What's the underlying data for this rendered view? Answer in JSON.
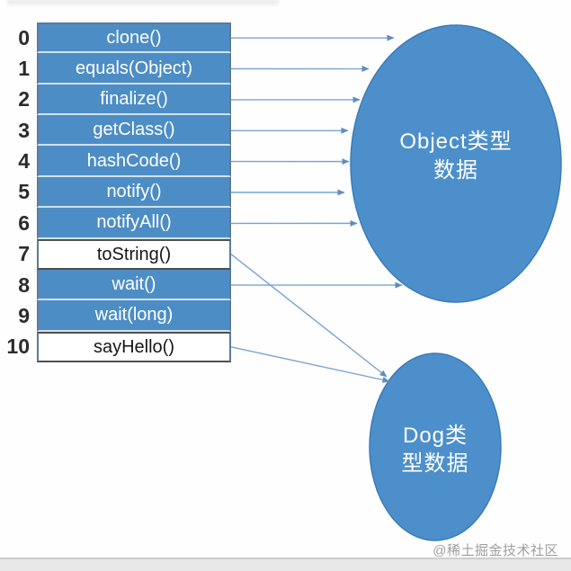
{
  "diagram": {
    "vtable": {
      "rows": [
        {
          "index": "0",
          "label": "clone()",
          "style": "inherited",
          "target": "object"
        },
        {
          "index": "1",
          "label": "equals(Object)",
          "style": "inherited",
          "target": "object"
        },
        {
          "index": "2",
          "label": "finalize()",
          "style": "inherited",
          "target": "object"
        },
        {
          "index": "3",
          "label": "getClass()",
          "style": "inherited",
          "target": "object"
        },
        {
          "index": "4",
          "label": "hashCode()",
          "style": "inherited",
          "target": "object"
        },
        {
          "index": "5",
          "label": "notify()",
          "style": "inherited",
          "target": "object"
        },
        {
          "index": "6",
          "label": "notifyAll()",
          "style": "inherited",
          "target": "object"
        },
        {
          "index": "7",
          "label": "toString()",
          "style": "own",
          "target": "dog"
        },
        {
          "index": "8",
          "label": "wait()",
          "style": "inherited",
          "target": "object"
        },
        {
          "index": "9",
          "label": "wait(long)",
          "style": "inherited",
          "target": null
        },
        {
          "index": "10",
          "label": "sayHello()",
          "style": "own",
          "target": "dog"
        }
      ]
    },
    "nodes": {
      "object": {
        "line1": "Object类型",
        "line2": "数据"
      },
      "dog": {
        "line1": "Dog类",
        "line2": "型数据"
      }
    },
    "watermark": "@稀土掘金技术社区",
    "colors": {
      "row_blue": "#4d8dc6",
      "ellipse_blue": "#4c8fcb",
      "ellipse_stroke": "#3c7cb5",
      "arrow": "#7aa3d2",
      "arrow_head": "#5f8dc0",
      "own_row_bg": "#ffffff"
    }
  }
}
